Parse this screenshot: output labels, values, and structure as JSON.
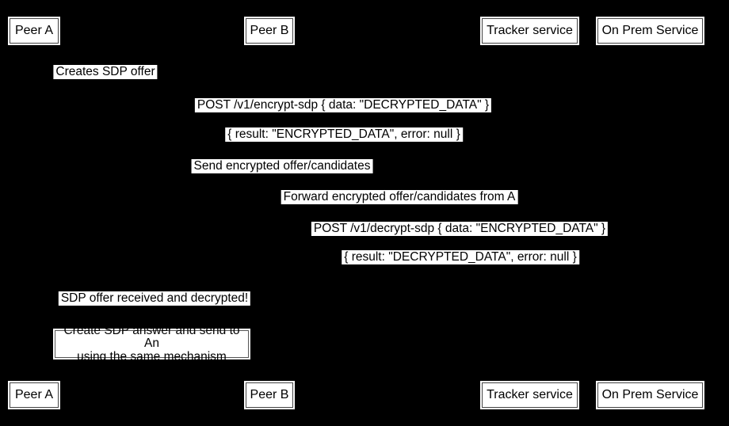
{
  "diagram_type": "sequence-diagram",
  "colors": {
    "background": "#000000",
    "box_fill": "#ffffff",
    "box_border": "#444444",
    "text": "#000000"
  },
  "participants": [
    {
      "label": "Peer A"
    },
    {
      "label": "Peer B"
    },
    {
      "label": "Tracker service"
    },
    {
      "label": "On Prem Service"
    }
  ],
  "messages": [
    {
      "label": "Creates SDP offer"
    },
    {
      "label": "POST /v1/encrypt-sdp { data: \"DECRYPTED_DATA\" }"
    },
    {
      "label": "{ result: \"ENCRYPTED_DATA\", error: null }"
    },
    {
      "label": "Send encrypted offer/candidates"
    },
    {
      "label": "Forward encrypted offer/candidates from A"
    },
    {
      "label": "POST /v1/decrypt-sdp { data: \"ENCRYPTED_DATA\" }"
    },
    {
      "label": "{ result: \"DECRYPTED_DATA\", error: null }"
    },
    {
      "label": "SDP offer received and decrypted!"
    }
  ],
  "note": {
    "line1": "Create SDP answer and send to An",
    "line2": "using the same mechanism"
  }
}
